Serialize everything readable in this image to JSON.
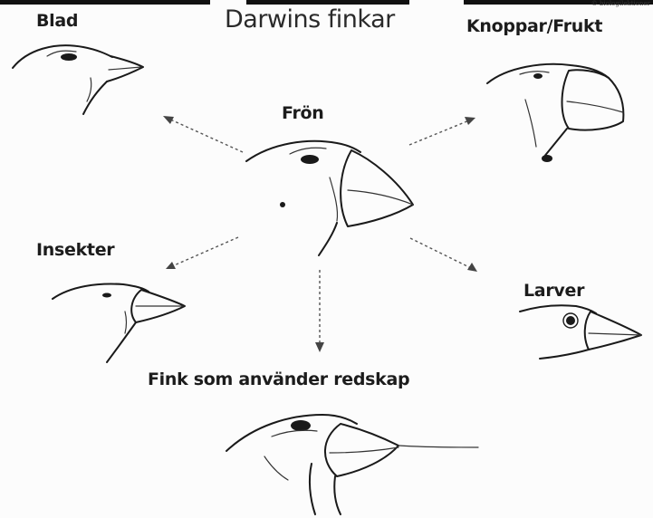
{
  "header": {
    "title": "Darwins finkar",
    "credit": "© biologilektioner"
  },
  "diagram": {
    "center_label": "Frön",
    "labels": {
      "blad": "Blad",
      "knoppar": "Knoppar/Frukt",
      "insekter": "Insekter",
      "larver": "Larver",
      "redskap": "Fink som använder redskap"
    }
  },
  "colors": {
    "ink": "#1a1a1a",
    "background": "#fcfcfc"
  }
}
